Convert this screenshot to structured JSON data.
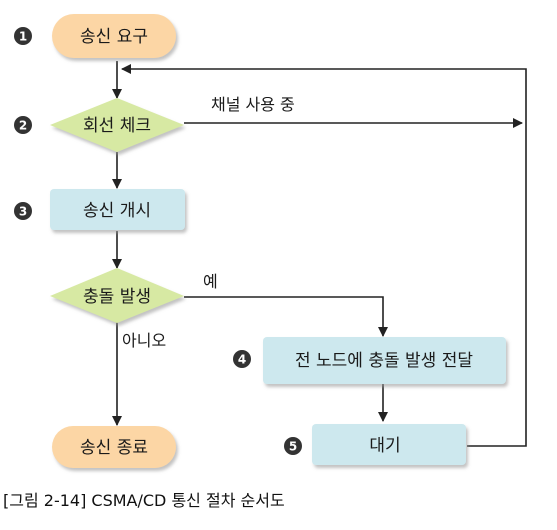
{
  "nodes": {
    "send_request": {
      "label": "송신 요구",
      "step": "1"
    },
    "line_check": {
      "label": "회선 체크",
      "step": "2"
    },
    "start_send": {
      "label": "송신 개시",
      "step": "3"
    },
    "collision": {
      "label": "충돌 발생"
    },
    "notify_collision": {
      "label": "전 노드에 충돌 발생 전달",
      "step": "4"
    },
    "wait": {
      "label": "대기",
      "step": "5"
    },
    "end_send": {
      "label": "송신 종료"
    }
  },
  "edges": {
    "channel_busy": "채널 사용 중",
    "yes": "예",
    "no": "아니오"
  },
  "caption": "[그림 2-14] CSMA/CD 통신 절차 순서도",
  "colors": {
    "oval_fill": "#fcd6a5",
    "diamond_fill": "#d7e9a3",
    "box_fill": "#cde8ee",
    "step_badge": "#333333",
    "line": "#222222"
  }
}
